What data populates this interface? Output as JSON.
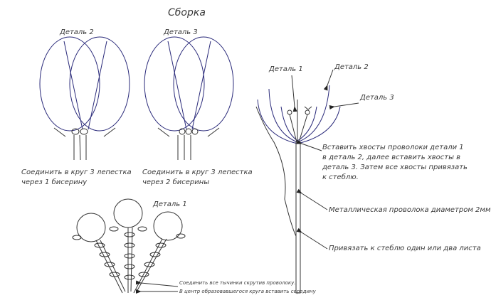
{
  "title": "Сборка",
  "left_group": {
    "part2_label": "Деталь 2",
    "part2_note": [
      "Соединить в круг 3 лепестка",
      "через 1 бисерину"
    ],
    "part3_label": "Деталь 3",
    "part3_note": [
      "Соединить в круг 3 лепестка",
      "через 2 бисерины"
    ]
  },
  "bottom_group": {
    "part1_label": "Деталь 1",
    "note": [
      "Соединить все тычинки скрутив проволоку.",
      "В центр образовавшегося круга вставить середину"
    ]
  },
  "right_group": {
    "part1_label": "Деталь 1",
    "part2_label": "Деталь 2",
    "part3_label": "Деталь 3",
    "insert_note": [
      "Вставить хвосты проволоки детали 1",
      "в деталь 2, далее вставить хвосты в",
      "деталь 3. Затем все хвосты привязать",
      "к стеблю."
    ],
    "wire_note": "Металлическая проволока диаметром 2мм",
    "leaf_note": "Привязать к стеблю один или два листа"
  }
}
